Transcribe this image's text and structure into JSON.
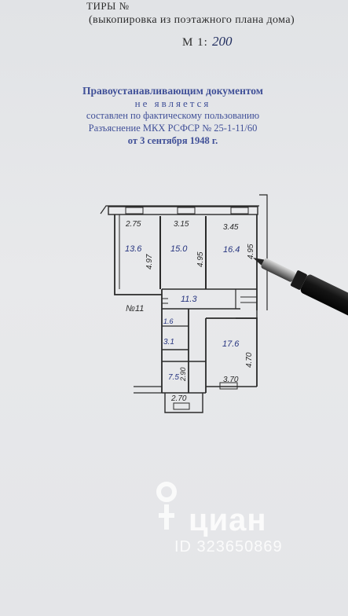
{
  "header": {
    "top_line": "ТИРЫ №",
    "subtitle": "(выкопировка из поэтажного плана дома)",
    "scale_label": "М 1:",
    "scale_value": "200"
  },
  "stamp": {
    "line1": "Правоустанавливающим документом",
    "line2": "не является",
    "line3": "составлен по фактическому пользованию",
    "line4": "Разъяснение МКХ РСФСР № 25-1-11/60",
    "line5": "от 3 сентября 1948 г."
  },
  "plan": {
    "apartment_number": "№11",
    "rooms": [
      {
        "area": "13.6"
      },
      {
        "area": "15.0"
      },
      {
        "area": "16.4"
      },
      {
        "area": "11.3"
      },
      {
        "area": "1.6"
      },
      {
        "area": "3.1"
      },
      {
        "area": "17.6"
      },
      {
        "area": "7.5"
      }
    ],
    "dimensions": [
      "2.75",
      "3.15",
      "3.45",
      "4.97",
      "4.95",
      "4.95",
      "4.70",
      "2.90",
      "3.70",
      "2.70"
    ]
  },
  "watermark": {
    "brand": "циан",
    "listing_id": "ID 323650869"
  }
}
